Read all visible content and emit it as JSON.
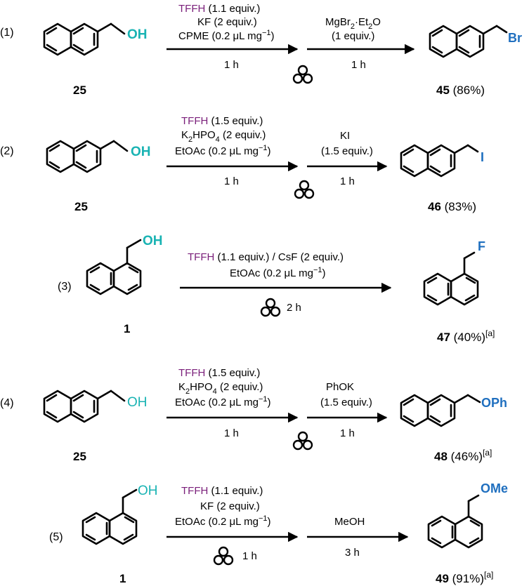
{
  "colors": {
    "reagent_highlight": "#7a1f7a",
    "hydroxyl": "#19b3b3",
    "product_group": "#1f6fbf",
    "ink": "#000000"
  },
  "rows": [
    {
      "number": "(1)",
      "sm": {
        "scaffold": "naphthalen-2-yl",
        "group": "OH",
        "label": "25"
      },
      "step1": {
        "reagent": "TFFH",
        "reagent_rest": " (1.1 equiv.)",
        "l2": "KF (2 equiv.)",
        "l3a": "CPME  (0.2 μL mg",
        "l3sup": "−1",
        "l3b": ")",
        "time": "1 h"
      },
      "step2": {
        "l1a": "MgBr",
        "l1s1": "2",
        "l1b": "·Et",
        "l1s2": "2",
        "l1c": "O",
        "l2": "(1 equiv.)",
        "time": "1 h"
      },
      "ball_mill": "ball-mill",
      "product": {
        "scaffold": "naphthalen-2-yl",
        "group": "Br",
        "label": "45",
        "yield": " (86%)",
        "note": ""
      }
    },
    {
      "number": "(2)",
      "sm": {
        "scaffold": "naphthalen-2-yl",
        "group": "OH",
        "label": "25"
      },
      "step1": {
        "reagent": "TFFH",
        "reagent_rest": " (1.5 equiv.)",
        "l2a": "K",
        "l2s1": "2",
        "l2b": "HPO",
        "l2s2": "4",
        "l2c": " (2 equiv.)",
        "l3a": "EtOAc  (0.2 μL mg",
        "l3sup": "−1",
        "l3b": ")",
        "time": "1 h"
      },
      "step2": {
        "l1": "KI",
        "l2": "(1.5 equiv.)",
        "time": "1 h"
      },
      "ball_mill": "ball-mill",
      "product": {
        "scaffold": "naphthalen-2-yl",
        "group": "I",
        "label": "46",
        "yield": " (83%)",
        "note": ""
      }
    },
    {
      "number": "(3)",
      "sm": {
        "scaffold": "naphthalen-1-yl",
        "group": "OH",
        "label": "1"
      },
      "step1": {
        "reagent": "TFFH",
        "reagent_rest": " (1.1 equiv.) / CsF (2 equiv.)",
        "l2a": "EtOAc  (0.2 μL mg",
        "l2sup": "−1",
        "l2b": ")",
        "time": "2 h"
      },
      "ball_mill": "ball-mill",
      "product": {
        "scaffold": "naphthalen-1-yl",
        "group": "F",
        "label": "47",
        "yield": " (40%)",
        "note": "[a]"
      }
    },
    {
      "number": "(4)",
      "sm": {
        "scaffold": "naphthalen-2-yl",
        "group": "OH",
        "label": "25"
      },
      "step1": {
        "reagent": "TFFH",
        "reagent_rest": " (1.5 equiv.)",
        "l2a": "K",
        "l2s1": "2",
        "l2b": "HPO",
        "l2s2": "4",
        "l2c": " (2 equiv.)",
        "l3a": "EtOAc  (0.2 μL mg",
        "l3sup": "−1",
        "l3b": ")",
        "time": "1 h"
      },
      "step2": {
        "l1": "PhOK",
        "l2": "(1.5 equiv.)",
        "time": "1 h"
      },
      "ball_mill": "ball-mill",
      "product": {
        "scaffold": "naphthalen-2-yl",
        "group": "OPh",
        "label": "48",
        "yield": " (46%)",
        "note": "[a]"
      }
    },
    {
      "number": "(5)",
      "sm": {
        "scaffold": "naphthalen-1-yl",
        "group": "OH",
        "label": "1"
      },
      "step1": {
        "reagent": "TFFH",
        "reagent_rest": " (1.1 equiv.)",
        "l2": "KF (2 equiv.)",
        "l3a": "EtOAc  (0.2 μL mg",
        "l3sup": "−1",
        "l3b": ")",
        "time": "1 h"
      },
      "step2": {
        "l1": "MeOH",
        "time": "3 h"
      },
      "ball_mill": "ball-mill",
      "product": {
        "scaffold": "naphthalen-1-yl",
        "group": "OMe",
        "label": "49",
        "yield": " (91%)",
        "note": "[a]"
      }
    }
  ]
}
